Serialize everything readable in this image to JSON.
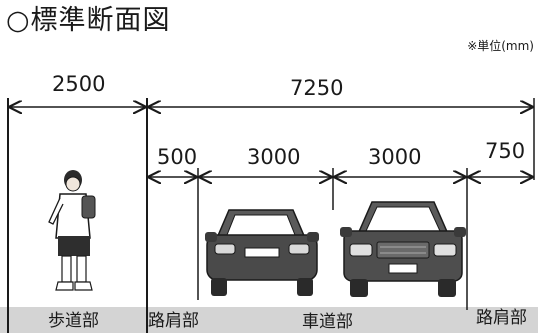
{
  "title": "○標準断面図",
  "unit_note": "※単位(mm)",
  "dimensions": {
    "sidewalk_width": "2500",
    "total_road_width": "7250",
    "left_shoulder": "500",
    "left_lane": "3000",
    "right_lane": "3000",
    "right_shoulder": "750"
  },
  "section_labels": {
    "sidewalk": "歩道部",
    "left_shoulder": "路肩部",
    "carriageway": "車道部",
    "right_shoulder": "路肩部"
  },
  "colors": {
    "road_strip": "#d4d4d4",
    "line": "#1a1a1a",
    "car_body": "#4a4a4a"
  },
  "icons": [
    "pedestrian-figure",
    "car-front-left",
    "car-front-right"
  ]
}
